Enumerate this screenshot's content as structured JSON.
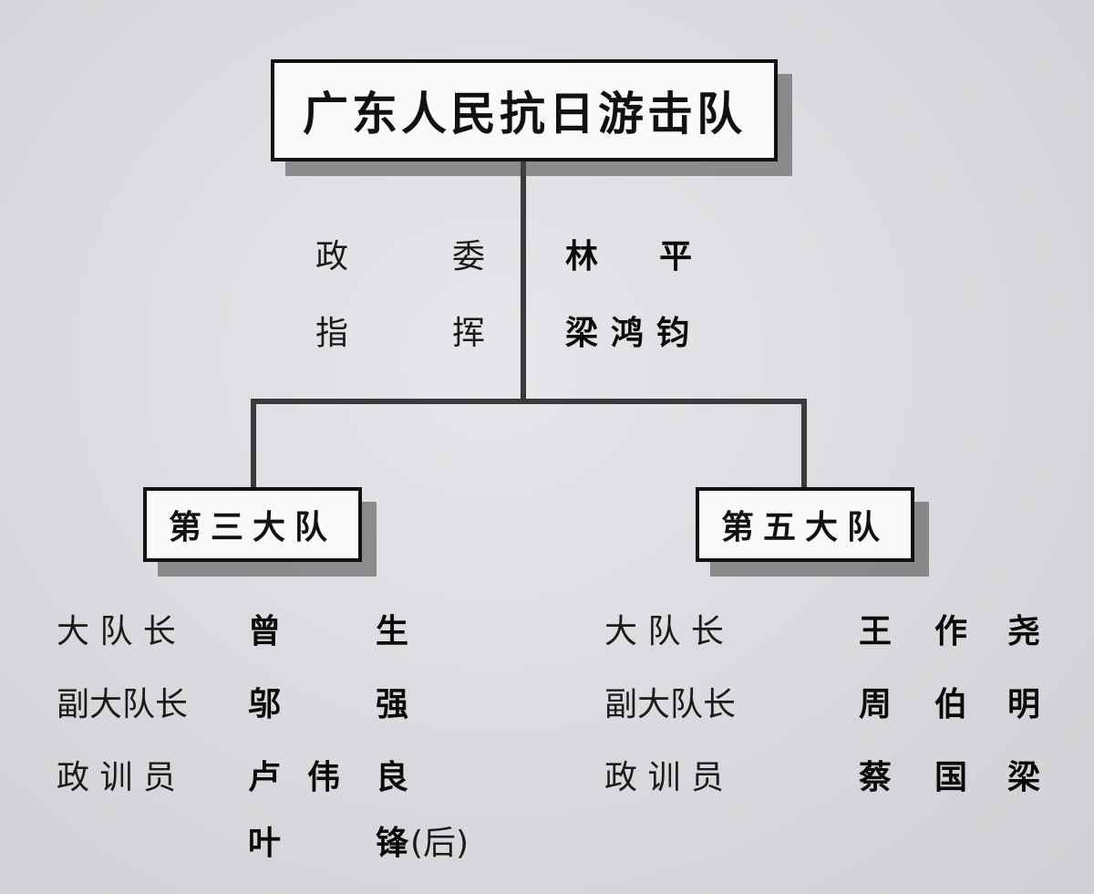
{
  "org": {
    "name": "广东人民抗日游击队",
    "leaders": [
      {
        "role_a": "政",
        "role_b": "委",
        "name": "林  平"
      },
      {
        "role_a": "指",
        "role_b": "挥",
        "name": "梁鸿钧"
      }
    ]
  },
  "left_unit": {
    "name": "第三大队",
    "rows": [
      {
        "role": "大 队 长",
        "name_a": "曾",
        "name_b": "",
        "name_c": "生"
      },
      {
        "role": "副大队长",
        "name_a": "邬",
        "name_b": "",
        "name_c": "强"
      },
      {
        "role": "政 训 员",
        "name_a": "卢",
        "name_b": "伟",
        "name_c": "良"
      }
    ],
    "extra": {
      "name_a": "叶",
      "name_c": "锋",
      "note": "(后)"
    }
  },
  "right_unit": {
    "name": "第五大队",
    "rows": [
      {
        "role": "大 队 长",
        "name_a": "王",
        "name_b": "作",
        "name_c": "尧"
      },
      {
        "role": "副大队长",
        "name_a": "周",
        "name_b": "伯",
        "name_c": "明"
      },
      {
        "role": "政 训 员",
        "name_a": "蔡",
        "name_b": "国",
        "name_c": "梁"
      }
    ]
  }
}
